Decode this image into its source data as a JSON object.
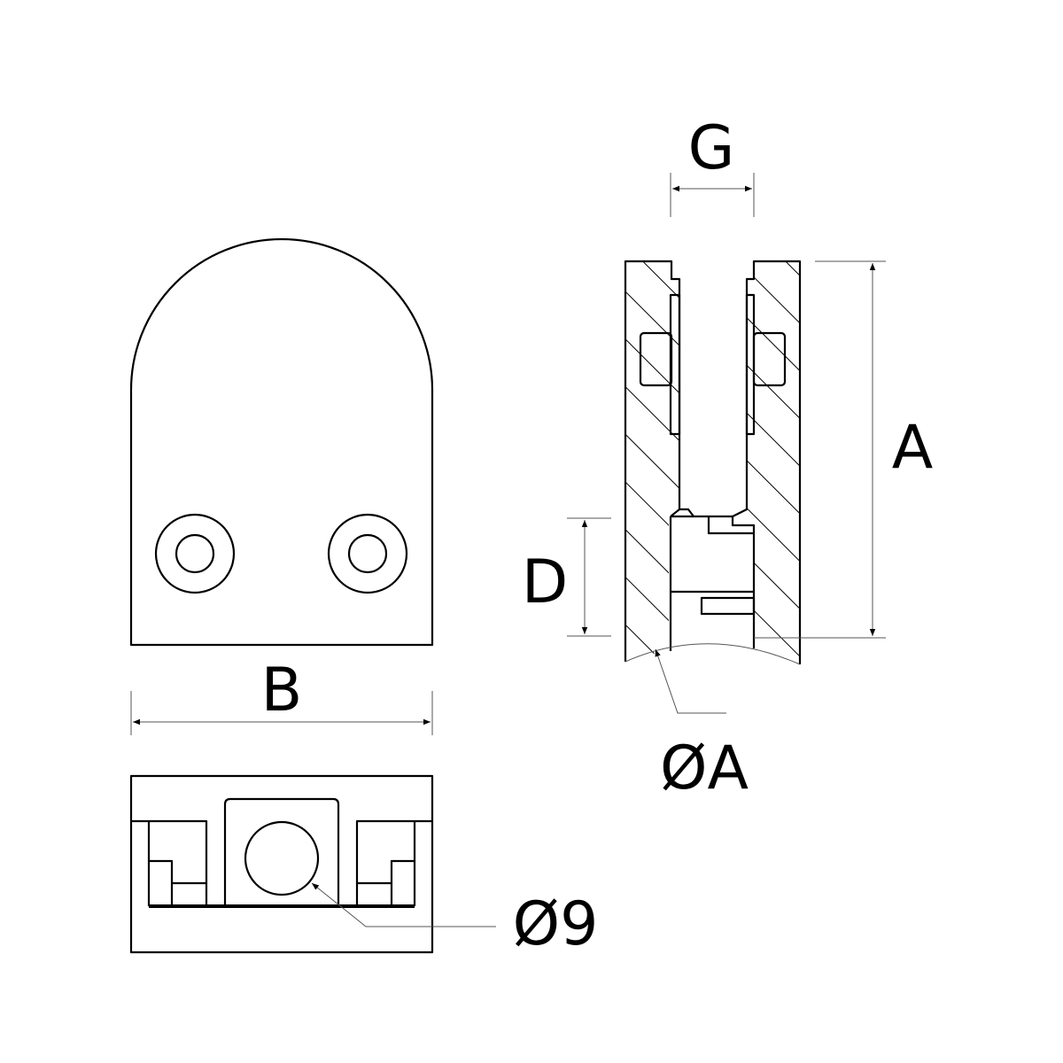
{
  "labels": {
    "G": "G",
    "A": "A",
    "D": "D",
    "B": "B",
    "dia_A": "ØA",
    "dia_9": "Ø9"
  },
  "colors": {
    "line": "#000000",
    "dimension": "#555555",
    "background": "#ffffff"
  }
}
